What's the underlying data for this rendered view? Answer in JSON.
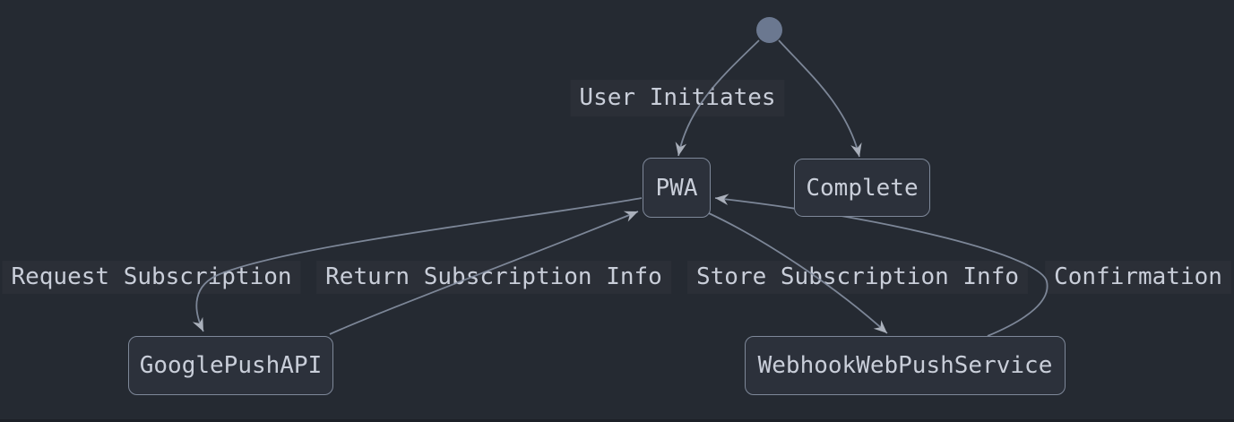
{
  "colors": {
    "background": "#252a32",
    "node-fill": "#2c313b",
    "node-border": "#7e8899",
    "label-bg": "#2b2f37",
    "text": "#c9ced9",
    "edge": "#8690a2",
    "arrow": "#b9bfca",
    "start-dot": "#6b7890",
    "bottom-strip": "#1c2027"
  },
  "diagram": {
    "type": "state-diagram",
    "nodes": {
      "start": {
        "kind": "initial-state"
      },
      "pwa": {
        "label": "PWA"
      },
      "complete": {
        "label": "Complete"
      },
      "google": {
        "label": "GooglePushAPI"
      },
      "webhook": {
        "label": "WebhookWebPushService"
      }
    },
    "edges": [
      {
        "from": "start",
        "to": "pwa",
        "label": "User Initiates"
      },
      {
        "from": "start",
        "to": "complete",
        "label": ""
      },
      {
        "from": "pwa",
        "to": "google",
        "label": "Request Subscription"
      },
      {
        "from": "google",
        "to": "pwa",
        "label": "Return Subscription Info"
      },
      {
        "from": "pwa",
        "to": "webhook",
        "label": "Store Subscription Info"
      },
      {
        "from": "webhook",
        "to": "pwa",
        "label": "Confirmation"
      }
    ]
  }
}
